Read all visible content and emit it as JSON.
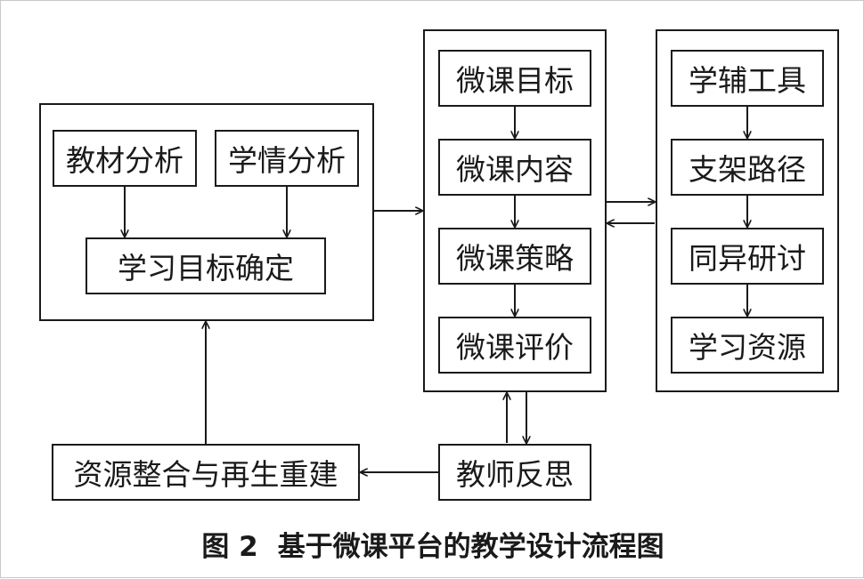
{
  "analysis": {
    "textbook_analysis": "教材分析",
    "learner_analysis": "学情分析",
    "goal_setting": "学习目标确定"
  },
  "micro_lesson": {
    "goal": "微课目标",
    "content": "微课内容",
    "strategy": "微课策略",
    "evaluation": "微课评价"
  },
  "support": {
    "tools": "学辅工具",
    "scaffold": "支架路径",
    "discussion": "同异研讨",
    "resources": "学习资源"
  },
  "feedback": {
    "teacher_reflection": "教师反思",
    "resource_rebuild": "资源整合与再生重建"
  },
  "caption": {
    "figure_no": "图 2",
    "title": "基于微课平台的教学设计流程图"
  }
}
